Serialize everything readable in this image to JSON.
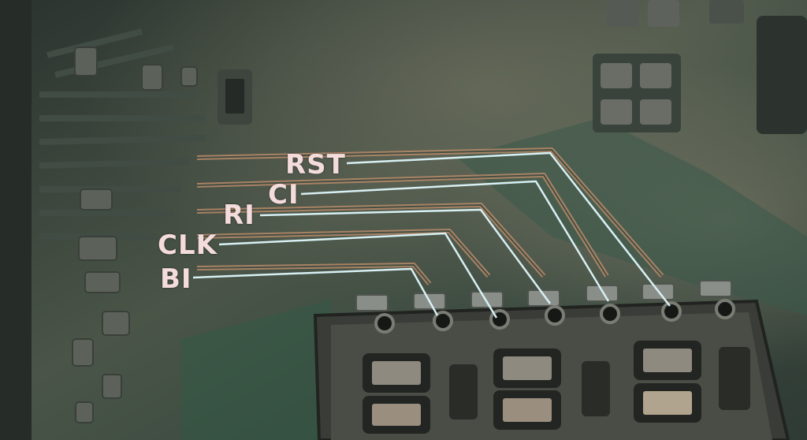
{
  "labels": {
    "rst": "RST",
    "ci": "CI",
    "ri": "RI",
    "clk": "CLK",
    "bi": "BI"
  },
  "colors": {
    "label_text": "#f4dcdc",
    "callout_line": "#d8f0f4",
    "copper_trace": "#b88a6a",
    "board": "#3a4a40"
  }
}
